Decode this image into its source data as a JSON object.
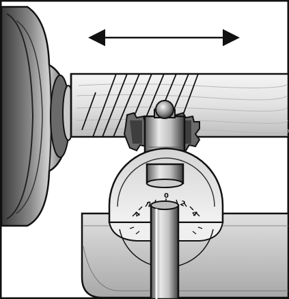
{
  "illustration": {
    "subject": "lathe-knurling-tool",
    "icons": [
      "double-headed-arrow-icon",
      "chuck",
      "workpiece",
      "knurl-wheels",
      "tool-post",
      "angle-scale"
    ]
  },
  "scale": {
    "labels": [
      "4",
      "2",
      "0",
      "2",
      "4"
    ]
  },
  "colors": {
    "outline": "#111111",
    "metal_dark": "#4a4a4a",
    "metal_mid": "#9a9a9a",
    "metal_light": "#dcdcdc",
    "wood": "#e9e9e9",
    "background": "#ffffff"
  }
}
